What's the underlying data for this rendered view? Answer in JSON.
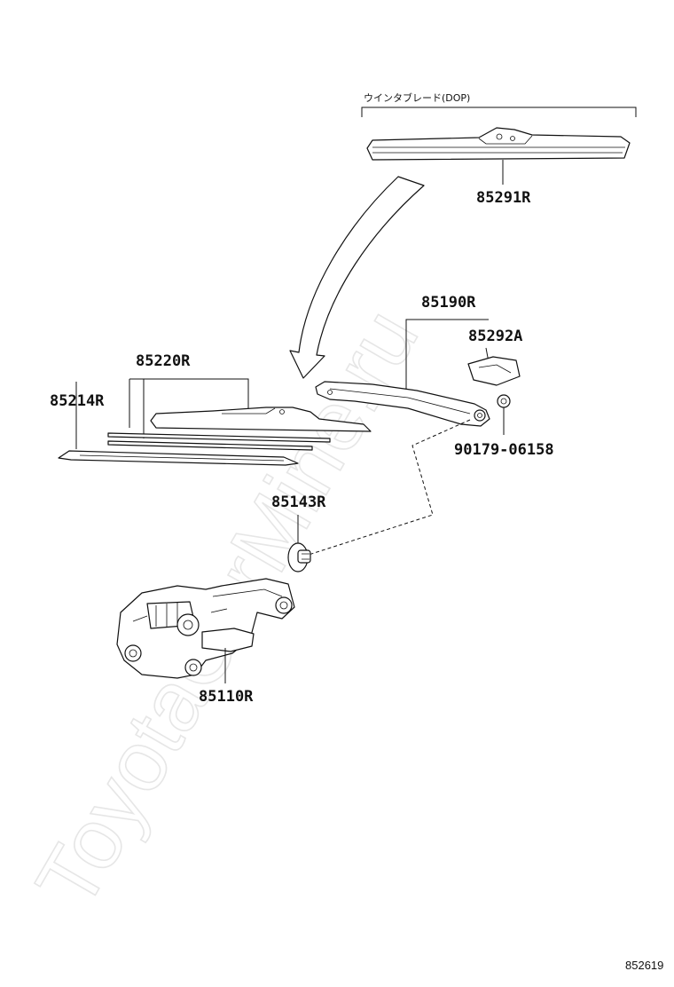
{
  "watermark": "ToyotaCarMine.ru",
  "header_note": "ウインタブレード(DOP)",
  "parts": {
    "blade_dop": "85291R",
    "arm": "85190R",
    "arm_cover": "85292A",
    "nut": "90179-06158",
    "blade": "85220R",
    "rubber": "85214R",
    "cap": "85143R",
    "motor": "85110R"
  },
  "diagram_ref": "852619"
}
